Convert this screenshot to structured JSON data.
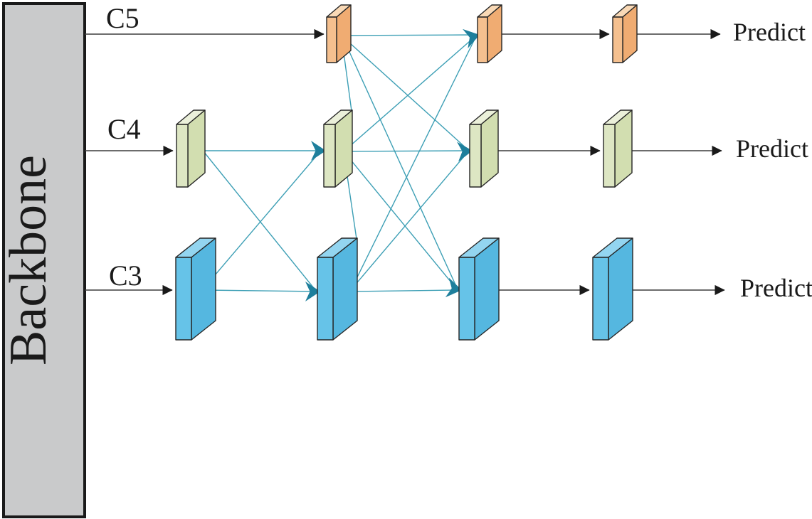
{
  "diagram": {
    "backbone_label": "Backbone",
    "levels": [
      {
        "id": "C5",
        "input_label": "C5",
        "predict_label": "Predict",
        "box_count": 3,
        "color_key": "c5"
      },
      {
        "id": "C4",
        "input_label": "C4",
        "predict_label": "Predict",
        "box_count": 4,
        "color_key": "c4"
      },
      {
        "id": "C3",
        "input_label": "C3",
        "predict_label": "Predict",
        "box_count": 4,
        "color_key": "c3"
      }
    ],
    "connections": {
      "black_arrows": [
        "Backbone->C5-1",
        "Backbone->C4-1",
        "Backbone->C3-1",
        "C5-2->C5-3",
        "C5-3->Predict",
        "C4-3->C4-4",
        "C4-4->Predict",
        "C3-3->C3-4",
        "C3-4->Predict"
      ],
      "teal_arrows_stage1": [
        "C4-1->C4-2",
        "C4-1->C3-2",
        "C3-1->C4-2",
        "C3-1->C3-2",
        "C5-1->C4-2",
        "C4-2->C3-2"
      ],
      "teal_arrows_stage2": [
        "C5-1->C5-2",
        "C5-1->C4-3",
        "C5-1->C3-3",
        "C4-2->C5-2",
        "C4-2->C4-3",
        "C4-2->C3-3",
        "C3-2->C5-2",
        "C3-2->C4-3",
        "C3-2->C3-3"
      ]
    }
  },
  "colors": {
    "backbone_fill": "#C9CACB",
    "outline": "#262626",
    "black_line": "#3C3C3C",
    "teal_line": "#3D9FB5",
    "teal_arrowhead": "#1E7F9C",
    "c5_front": "#F5C08F",
    "c5_top": "#F9D9B6",
    "c5_side": "#F0AC72",
    "c4_front": "#DDE6C3",
    "c4_top": "#EBF0DA",
    "c4_side": "#D2DEB0",
    "c3_front": "#66C3E8",
    "c3_top": "#93D5F0",
    "c3_side": "#55B7E0"
  }
}
